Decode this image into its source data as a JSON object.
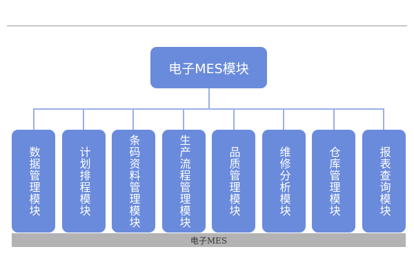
{
  "root": {
    "label": "电子MES模块"
  },
  "modules": [
    {
      "label": "数据管理模块"
    },
    {
      "label": "计划排程模块"
    },
    {
      "label": "条码资料管理模块"
    },
    {
      "label": "生产流程管理模块"
    },
    {
      "label": "品质管理模块"
    },
    {
      "label": "维修分析模块"
    },
    {
      "label": "仓库管理模块"
    },
    {
      "label": "报表查询模块"
    }
  ],
  "base": {
    "label": "电子MES"
  },
  "colors": {
    "box": "#6a8bdc",
    "connector": "#9aaee6",
    "base": "#b3b3b3"
  }
}
